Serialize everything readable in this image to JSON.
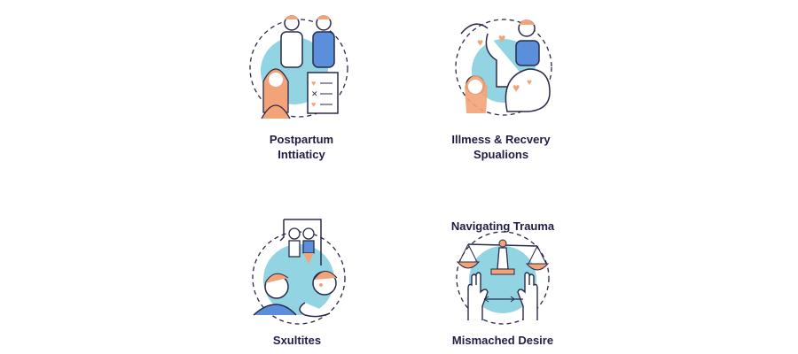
{
  "colors": {
    "text": "#1f1d45",
    "teal": "#93d4e3",
    "orange": "#f2a377",
    "blue": "#5b8fdb",
    "line": "#2a2a4a"
  },
  "items": [
    {
      "title_lines": [
        "Postpartum",
        "Inttiaticy"
      ],
      "icon": "family-baby-checklist-icon"
    },
    {
      "title_lines": [
        "Illmess & Recvery",
        "Spualions"
      ],
      "icon": "hearts-head-profile-icon"
    },
    {
      "title_lines": [
        "Sxultites"
      ],
      "icon": "couple-conversation-icon"
    },
    {
      "title_top": "Navigating Trauma",
      "title_lines": [
        "Mismached Desire"
      ],
      "icon": "scales-hands-icon"
    }
  ]
}
